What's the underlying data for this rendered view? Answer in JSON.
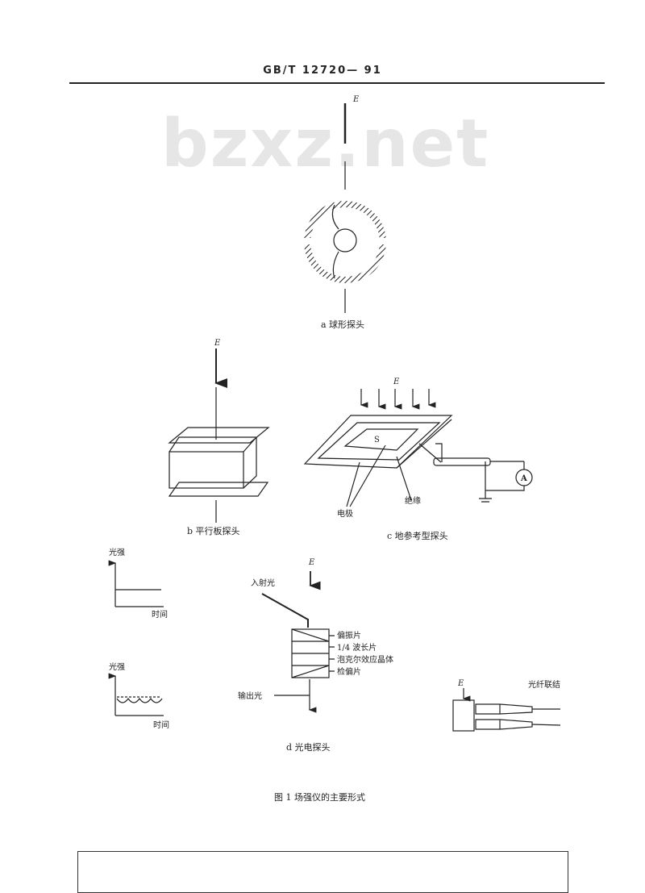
{
  "header": {
    "standard_number": "GB/T 12720— 91"
  },
  "watermark": "bzxz.net",
  "figure": {
    "caption": "图 1   场强仪的主要形式",
    "field_symbol": "E",
    "panel_a": {
      "caption": "a   球形探头"
    },
    "panel_b": {
      "caption": "b   平行板探头"
    },
    "panel_c": {
      "caption": "c   地参考型探头",
      "electrode": "电极",
      "insulation": "绝缘",
      "s_label": "S",
      "ammeter": "A"
    },
    "panel_d": {
      "caption": "d   光电探头",
      "incident_light": "入射光",
      "output_light": "输出光",
      "layers": [
        "偏振片",
        "1/4 波长片",
        "泡克尔效应晶体",
        "检偏片"
      ],
      "graph_top": {
        "ylabel": "光强",
        "xlabel": "时间"
      },
      "graph_bottom": {
        "ylabel": "光强",
        "xlabel": "时间"
      },
      "fiber": "光纤联结"
    }
  }
}
